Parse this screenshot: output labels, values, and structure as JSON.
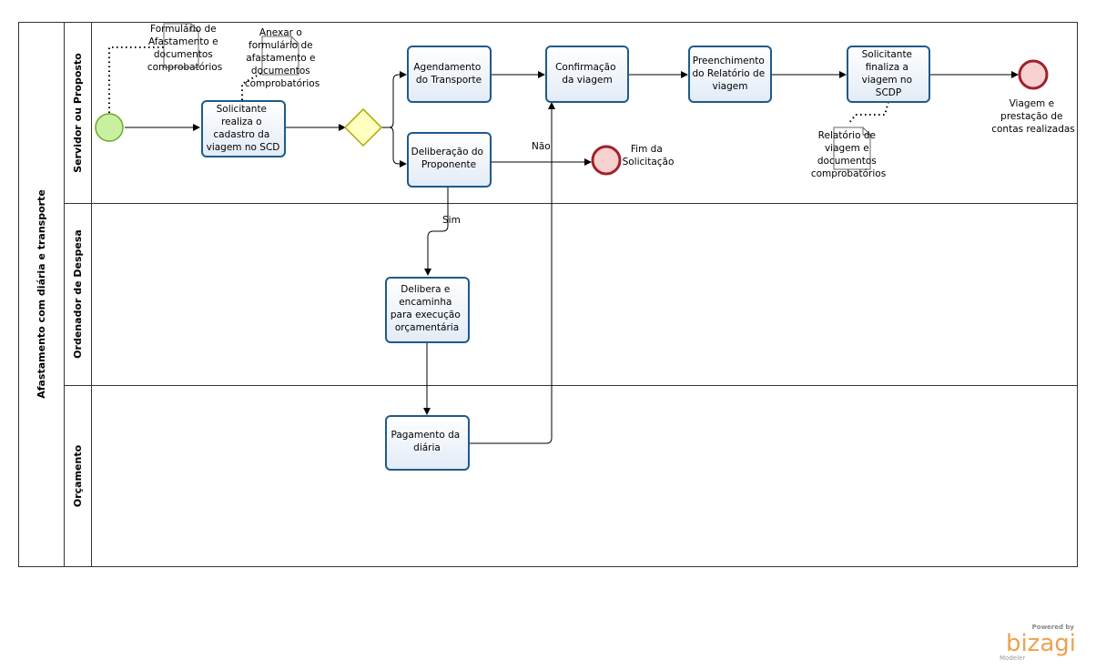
{
  "pool": {
    "title": "Afastamento com diária e transporte"
  },
  "lanes": [
    {
      "name": "Servidor ou Proposto"
    },
    {
      "name": "Ordenador de Despesa"
    },
    {
      "name": "Orçamento"
    }
  ],
  "tasks": {
    "solicitante_cadastro": [
      "Solicitante",
      "realiza o",
      "cadastro da",
      "viagem no SCD"
    ],
    "agendamento": [
      "Agendamento",
      "do Transporte"
    ],
    "deliberacao_proponente": [
      "Deliberação do",
      "Proponente"
    ],
    "confirmacao": [
      "Confirmação",
      "da viagem"
    ],
    "preenchimento": [
      "Preenchimento",
      "do Relatório de",
      "viagem"
    ],
    "finaliza": [
      "Solicitante",
      "finaliza a",
      "viagem no",
      "SCDP"
    ],
    "delibera_encaminha": [
      "Delibera e",
      "encaminha",
      "para execução",
      "orçamentária"
    ],
    "pagamento": [
      "Pagamento da",
      "diária"
    ]
  },
  "artifacts": {
    "formulario": [
      "Formulário de",
      "Afastamento e",
      "documentos",
      "comprobatórios"
    ],
    "anexar": [
      "Anexar o",
      "formulário de",
      "afastamento e",
      "documentos",
      "comprobatórios"
    ],
    "relatorio": [
      "Relatório de",
      "viagem e",
      "documentos",
      "comprobatórios"
    ]
  },
  "events": {
    "fim_solicitacao": [
      "Fim da",
      "Solicitação"
    ],
    "viagem_realizada": [
      "Viagem e",
      "prestação de",
      "contas realizadas"
    ]
  },
  "flow_labels": {
    "nao": "Não",
    "sim": "Sim"
  },
  "branding": {
    "powered": "Powered by",
    "brand": "bizagi",
    "product": "Modeler"
  },
  "colors": {
    "task_fill": "#eef3fa",
    "task_stroke": "#1e5a8c",
    "start_fill": "#c8f0a0",
    "start_stroke": "#6aa82a",
    "end_fill": "#f7d0d0",
    "end_stroke": "#a0202a",
    "gateway_fill": "#ffffc0",
    "gateway_stroke": "#a8a800",
    "brand": "#f0a050"
  }
}
